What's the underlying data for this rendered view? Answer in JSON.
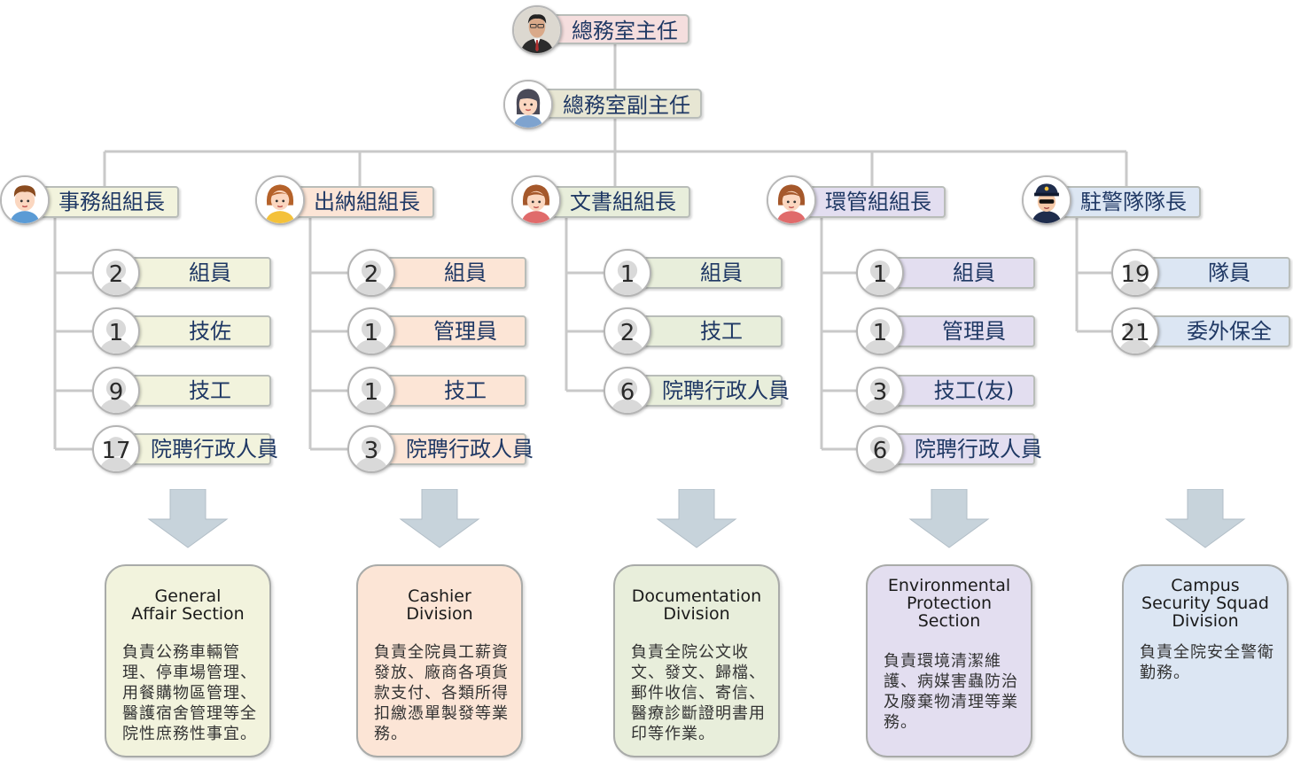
{
  "director": {
    "title": "總務室主任"
  },
  "deputy": {
    "title": "總務室副主任"
  },
  "sections": [
    {
      "head": "事務組組長",
      "staff": [
        {
          "count": "2",
          "role": "組員"
        },
        {
          "count": "1",
          "role": "技佐"
        },
        {
          "count": "9",
          "role": "技工"
        },
        {
          "count": "17",
          "role": "院聘行政人員"
        }
      ],
      "card_title": "General\nAffair Section",
      "card_desc": "負責公務車輛管理、停車場管理、用餐購物區管理、醫護宿舍管理等全院性庶務性事宜。"
    },
    {
      "head": "出納組組長",
      "staff": [
        {
          "count": "2",
          "role": "組員"
        },
        {
          "count": "1",
          "role": "管理員"
        },
        {
          "count": "1",
          "role": "技工"
        },
        {
          "count": "3",
          "role": "院聘行政人員"
        }
      ],
      "card_title": "Cashier\nDivision",
      "card_desc": "負責全院員工薪資發放、廠商各項貨款支付、各類所得扣繳憑單製發等業務。"
    },
    {
      "head": "文書組組長",
      "staff": [
        {
          "count": "1",
          "role": "組員"
        },
        {
          "count": "2",
          "role": "技工"
        },
        {
          "count": "6",
          "role": "院聘行政人員"
        }
      ],
      "card_title": "Documentation\nDivision",
      "card_desc": "負責全院公文收文、發文、歸檔、郵件收信、寄信、醫療診斷證明書用印等作業。"
    },
    {
      "head": "環管組組長",
      "staff": [
        {
          "count": "1",
          "role": "組員"
        },
        {
          "count": "1",
          "role": "管理員"
        },
        {
          "count": "3",
          "role": "技工(友)"
        },
        {
          "count": "6",
          "role": "院聘行政人員"
        }
      ],
      "card_title": "Environmental\nProtection\nSection",
      "card_desc": "負責環境清潔維護、病媒害蟲防治及廢棄物清理等業務。"
    },
    {
      "head": "駐警隊隊長",
      "staff": [
        {
          "count": "19",
          "role": "隊員"
        },
        {
          "count": "21",
          "role": "委外保全"
        }
      ],
      "card_title": "Campus\nSecurity Squad\nDivision",
      "card_desc": "負責全院安全警衛勤務。"
    }
  ],
  "colors": {
    "section_fills": [
      "#f2f3dd",
      "#fce5d6",
      "#e8eedb",
      "#e3def0",
      "#dce6f3"
    ],
    "director_fill": "#f5dede",
    "deputy_fill": "#e7e6d3",
    "line": "#c9c9c9",
    "arrow": "#c7d3db",
    "text": "#1f3864"
  },
  "icons": {
    "director": "director-photo",
    "deputy": "woman-avatar-icon",
    "section_heads": [
      "boy-avatar-icon",
      "girl-avatar-icon",
      "woman-avatar-icon",
      "woman-avatar-icon",
      "police-avatar-icon"
    ],
    "staff": "person-silhouette-icon",
    "down": "down-arrow-icon"
  }
}
